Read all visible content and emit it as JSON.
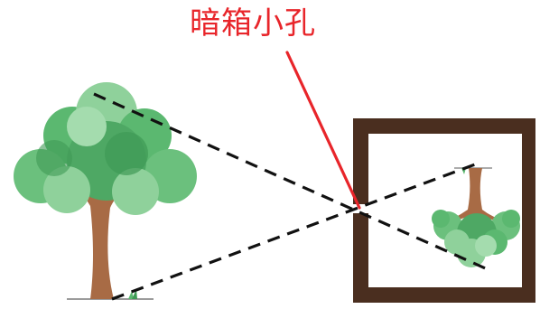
{
  "diagram": {
    "label_pinhole": "暗箱小孔",
    "colors": {
      "label": "#e8252a",
      "pointer_line": "#e8252a",
      "box_frame": "#4a2e1f",
      "ray_lines": "#111111",
      "trunk": "#a86b45",
      "foliage_dark": "#3f9a55",
      "foliage_mid": "#5bb870",
      "foliage_light": "#8fd19b"
    },
    "elements": {
      "object": "tree-upright",
      "image": "tree-inverted",
      "rays": "dashed-lines-crossing-at-pinhole"
    }
  }
}
